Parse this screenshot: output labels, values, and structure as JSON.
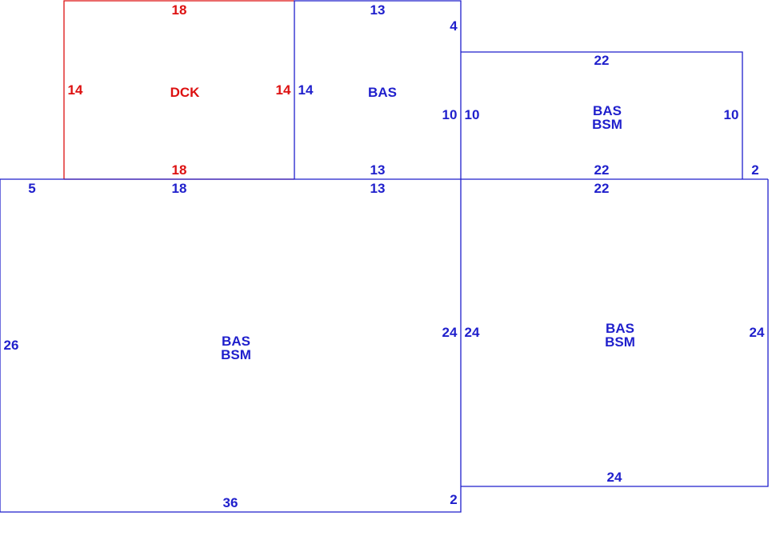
{
  "colors": {
    "living": "#1f1fcc",
    "deck": "#dd1111",
    "background": "#ffffff"
  },
  "areas": {
    "deck": {
      "code": "DCK",
      "dims": {
        "top": "18",
        "bottom": "18",
        "left": "14",
        "right": "14"
      }
    },
    "bas_upper": {
      "code": "BAS",
      "dims": {
        "top": "13",
        "bottom": "13",
        "left": "14",
        "right": "10",
        "step": "4"
      }
    },
    "bas_bsm_upper_right": {
      "codes": [
        "BAS",
        "BSM"
      ],
      "dims": {
        "top": "22",
        "bottom": "22",
        "left": "10",
        "right": "10",
        "step": "2"
      }
    },
    "bas_bsm_main": {
      "codes": [
        "BAS",
        "BSM"
      ],
      "dims": {
        "top_left": "5",
        "top_mid": "18",
        "top_right": "13",
        "left": "26",
        "right": "24",
        "bottom": "36",
        "step": "2"
      }
    },
    "bas_bsm_lower_right": {
      "codes": [
        "BAS",
        "BSM"
      ],
      "dims": {
        "top": "22",
        "left": "24",
        "right": "24",
        "bottom": "24"
      }
    }
  }
}
